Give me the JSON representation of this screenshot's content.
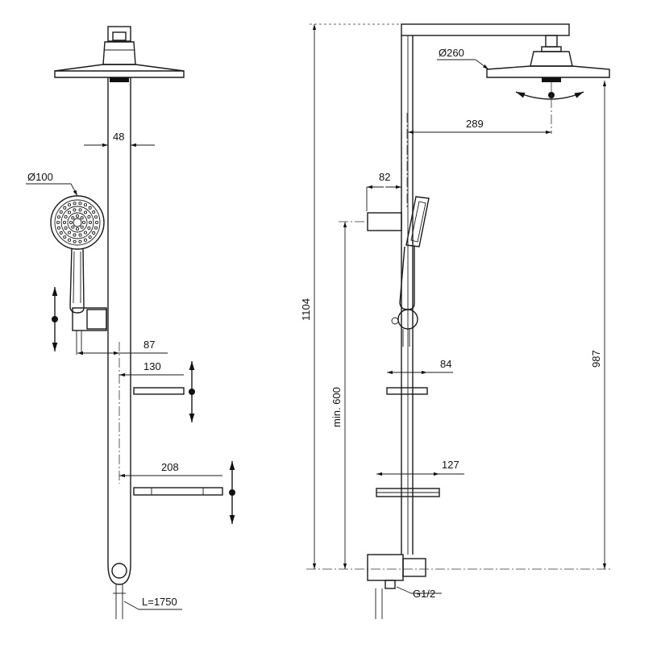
{
  "dimensions": {
    "bar_width": "48",
    "handshower_diameter": "Ø100",
    "holder_offset": "87",
    "small_shelf_width": "130",
    "large_shelf_width": "208",
    "hose_length": "L=1750",
    "overhead_diameter": "Ø260",
    "arm_projection": "289",
    "holder_depth": "82",
    "small_shelf_depth": "84",
    "large_shelf_depth": "127",
    "total_height": "1104",
    "holder_min_height": "min. 600",
    "overhead_height": "987",
    "inlet_thread": "G1/2"
  },
  "colors": {
    "line": "#1a1a1a",
    "background": "#ffffff"
  }
}
